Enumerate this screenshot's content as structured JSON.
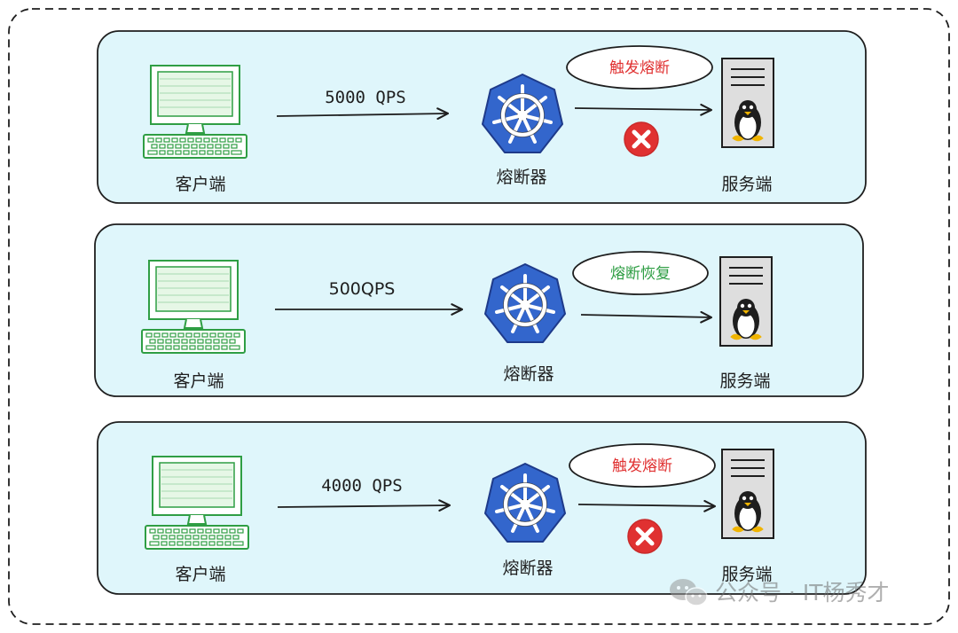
{
  "colors": {
    "panel_fill": "#dff6fb",
    "panel_stroke": "#1e1e1e",
    "monitor_green": "#2f9e44",
    "k8s_blue": "#3366cc",
    "error_red": "#e03131",
    "restore_green": "#2f9e44",
    "server_gray": "#dddddd",
    "penguin_yellow": "#f0b400"
  },
  "icons": {
    "client": "computer-monitor-keyboard-icon",
    "breaker": "kubernetes-helm-icon",
    "server": "linux-server-icon",
    "error": "red-x-circle-icon",
    "watermark": "wechat-icon"
  },
  "rows": [
    {
      "client_label": "客户端",
      "traffic_label": "5000 QPS",
      "breaker_label": "熔断器",
      "status_label": "触发熔断",
      "status_type": "tripped",
      "server_label": "服务端"
    },
    {
      "client_label": "客户端",
      "traffic_label": "500QPS",
      "breaker_label": "熔断器",
      "status_label": "熔断恢复",
      "status_type": "recovered",
      "server_label": "服务端"
    },
    {
      "client_label": "客户端",
      "traffic_label": "4000 QPS",
      "breaker_label": "熔断器",
      "status_label": "触发熔断",
      "status_type": "tripped",
      "server_label": "服务端"
    }
  ],
  "watermark": {
    "text": "公众号 · IT杨秀才"
  }
}
